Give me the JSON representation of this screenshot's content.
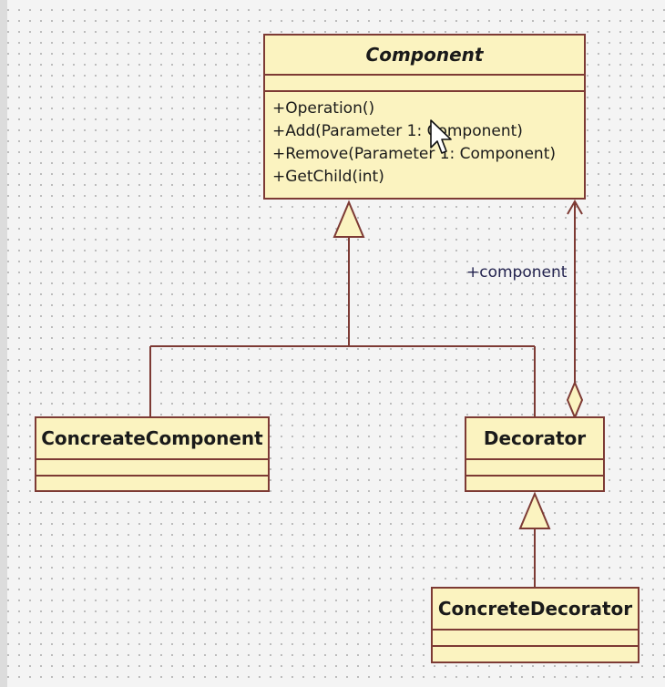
{
  "diagram": {
    "classes": {
      "component": {
        "name": "Component",
        "operations": [
          "+Operation()",
          "+Add(Parameter 1: Component)",
          "+Remove(Parameter 1: Component)",
          "+GetChild(int)"
        ]
      },
      "concrete_component": {
        "name": "ConcreateComponent"
      },
      "decorator": {
        "name": "Decorator"
      },
      "concrete_decorator": {
        "name": "ConcreteDecorator"
      }
    },
    "relationships": {
      "aggregation_role": "+component"
    }
  },
  "colors": {
    "class_fill": "#fbf3c0",
    "class_border": "#7d3a34",
    "connector": "#7d3a34",
    "canvas": "#f4f4f4"
  }
}
